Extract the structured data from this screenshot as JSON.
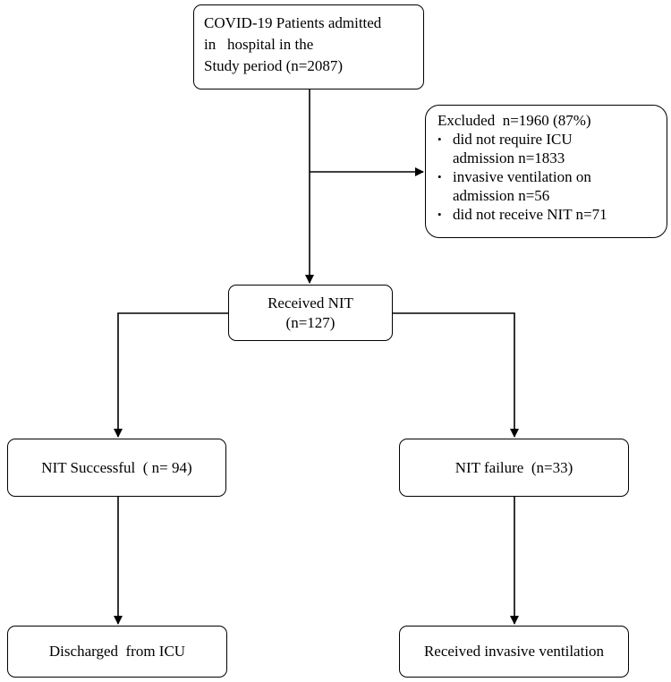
{
  "flowchart": {
    "start_box": {
      "line1": "COVID-19 Patients admitted",
      "line2": "in   hospital in the",
      "line3": "Study period (n=2087)"
    },
    "excluded_box": {
      "heading": "Excluded  n=1960 (87%)",
      "items": [
        "did not require ICU admission n=1833",
        "invasive ventilation on admission n=56",
        "did not receive NIT n=71"
      ]
    },
    "received_box": {
      "line1": "Received NIT",
      "line2": "(n=127)"
    },
    "success_box": {
      "label": "NIT Successful  ( n= 94)"
    },
    "failure_box": {
      "label": "NIT failure  (n=33)"
    },
    "discharged_box": {
      "label": "Discharged  from ICU"
    },
    "invasive_box": {
      "label": "Received invasive ventilation"
    }
  }
}
